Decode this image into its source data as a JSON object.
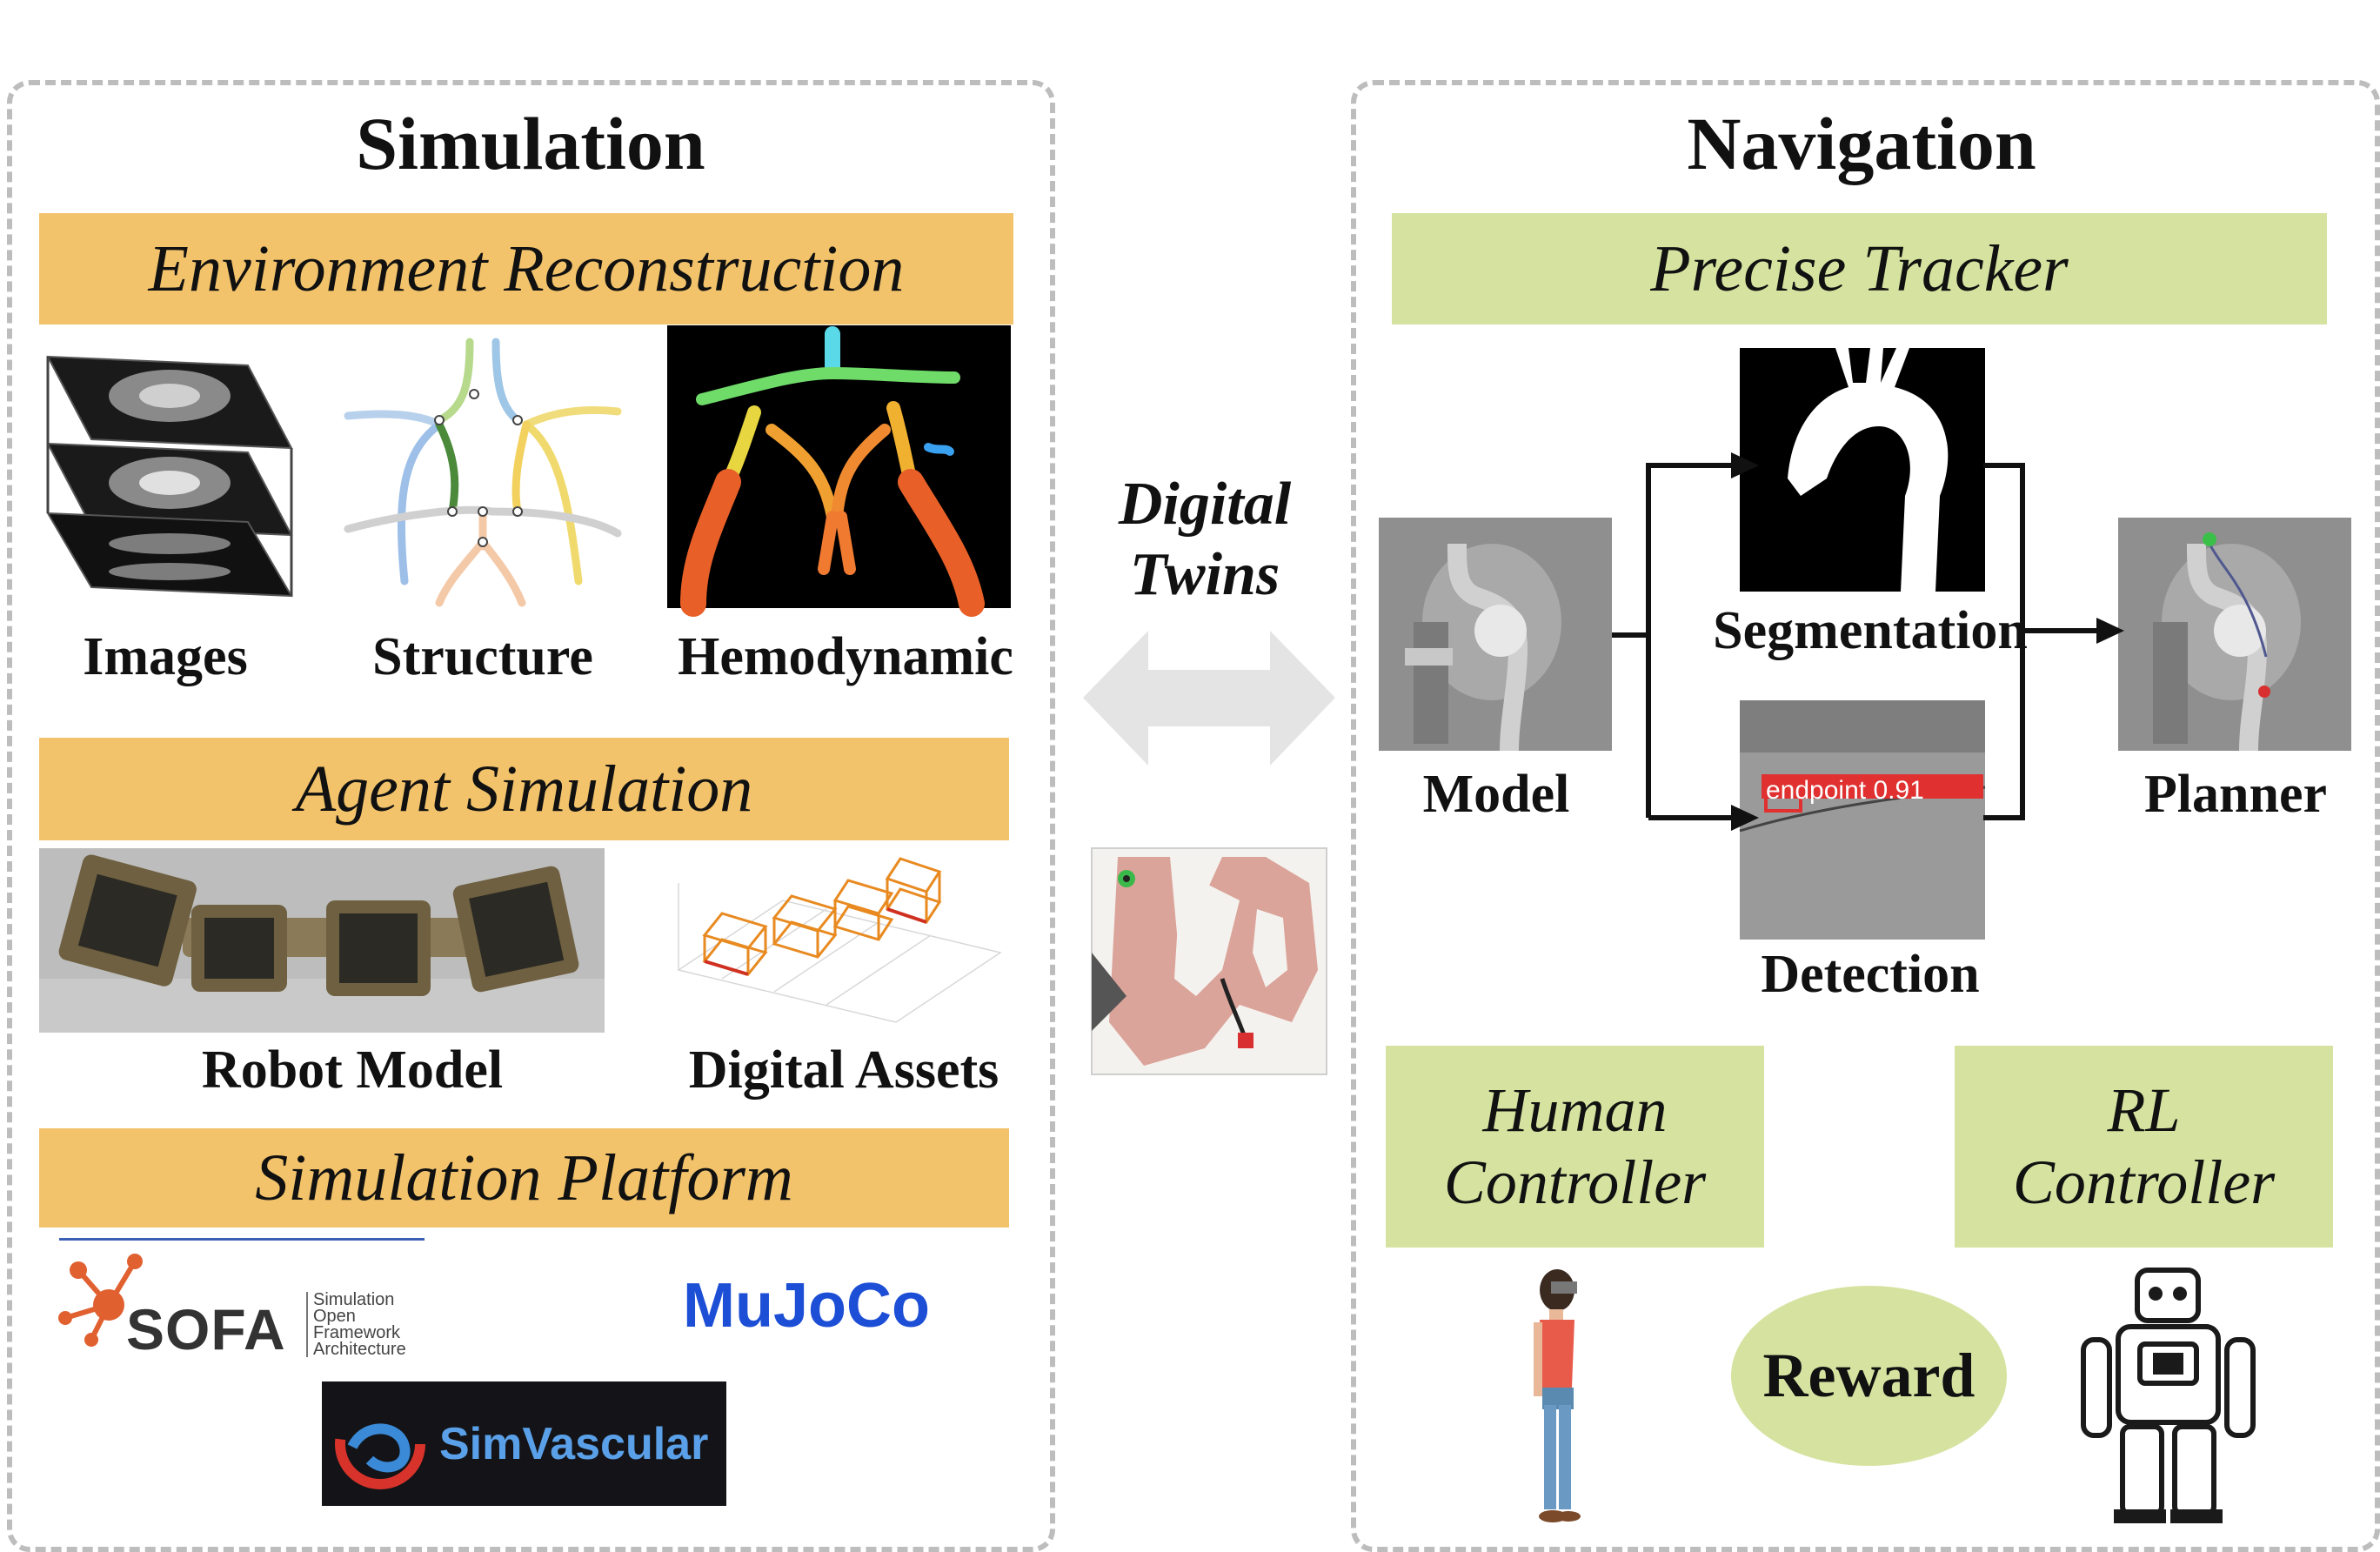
{
  "simulation": {
    "title": "Simulation",
    "env_reconstruction": "Environment Reconstruction",
    "env_items": [
      "Images",
      "Structure",
      "Hemodynamic"
    ],
    "agent_simulation": "Agent Simulation",
    "agent_items": [
      "Robot Model",
      "Digital Assets"
    ],
    "simulation_platform": "Simulation Platform",
    "logos": {
      "sofa": "SOFA",
      "sofa_subtitle": [
        "Simulation",
        "Open",
        "Framework",
        "Architecture"
      ],
      "mujoco": "MuJoCo",
      "simvascular": "SimVascular"
    }
  },
  "middle": {
    "digital_twins": [
      "Digital",
      "Twins"
    ]
  },
  "navigation": {
    "title": "Navigation",
    "precise_tracker": "Precise Tracker",
    "model": "Model",
    "segmentation": "Segmentation",
    "detection": "Detection",
    "detection_tag": "endpoint 0.91",
    "planner": "Planner",
    "human_controller": [
      "Human",
      "Controller"
    ],
    "rl_controller": [
      "RL",
      "Controller"
    ],
    "reward": "Reward"
  },
  "colors": {
    "orange_bar": "#f2c36b",
    "green_bar": "#d6e3a0",
    "dashed_border": "#bdbdbd",
    "mujoco_blue": "#1d4fd6"
  }
}
